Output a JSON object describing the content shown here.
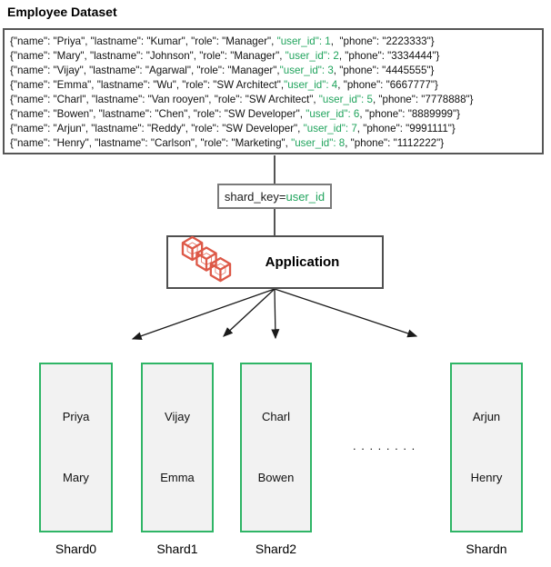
{
  "title": "Employee Dataset",
  "colors": {
    "accent_green": "#21a45d",
    "shard_border_green": "#2fb566",
    "icon_red": "#dd5847",
    "box_border_gray": "#565656"
  },
  "dataset": {
    "rows": [
      {
        "pre": "{\"name\": \"Priya\", \"lastname\": \"Kumar\", \"role\": \"Manager\", ",
        "uid": "\"user_id\": 1",
        "post": ",  \"phone\": \"2223333\"}"
      },
      {
        "pre": "{\"name\": \"Mary\", \"lastname\": \"Johnson\", \"role\": \"Manager\", ",
        "uid": "\"user_id\": 2",
        "post": ", \"phone\": \"3334444\"}"
      },
      {
        "pre": "{\"name\": \"Vijay\", \"lastname\": \"Agarwal\", \"role\": \"Manager\",",
        "uid": "\"user_id\": 3",
        "post": ", \"phone\": \"4445555\"}"
      },
      {
        "pre": "{\"name\": \"Emma\", \"lastname\": \"Wu\", \"role\": \"SW Architect\",",
        "uid": "\"user_id\": 4",
        "post": ", \"phone\": \"6667777\"}"
      },
      {
        "pre": "{\"name\": \"Charl\", \"lastname\": \"Van rooyen\", \"role\": \"SW Architect\", ",
        "uid": "\"user_id\": 5",
        "post": ", \"phone\": \"7778888\"}"
      },
      {
        "pre": "{\"name\": \"Bowen\", \"lastname\": \"Chen\", \"role\": \"SW Developer\", ",
        "uid": "\"user_id\": 6",
        "post": ", \"phone\": \"8889999\"}"
      },
      {
        "pre": "{\"name\": \"Arjun\", \"lastname\": \"Reddy\", \"role\": \"SW Developer\", ",
        "uid": "\"user_id\": 7",
        "post": ", \"phone\": \"9991111\"}"
      },
      {
        "pre": "{\"name\": \"Henry\", \"lastname\": \"Carlson\", \"role\": \"Marketing\", ",
        "uid": "\"user_id\": 8",
        "post": ", \"phone\": \"1112222\"}"
      }
    ]
  },
  "shard_key": {
    "prefix": "shard_key=",
    "key": "user_id"
  },
  "application": {
    "label": "Application",
    "icon": "cubes-icon"
  },
  "shards": [
    {
      "label": "Shard0",
      "names": [
        "Priya",
        "Mary"
      ]
    },
    {
      "label": "Shard1",
      "names": [
        "Vijay",
        "Emma"
      ]
    },
    {
      "label": "Shard2",
      "names": [
        "Charl",
        "Bowen"
      ]
    },
    {
      "label": "Shardn",
      "names": [
        "Arjun",
        "Henry"
      ]
    }
  ],
  "dots": ". . . . . . . ."
}
